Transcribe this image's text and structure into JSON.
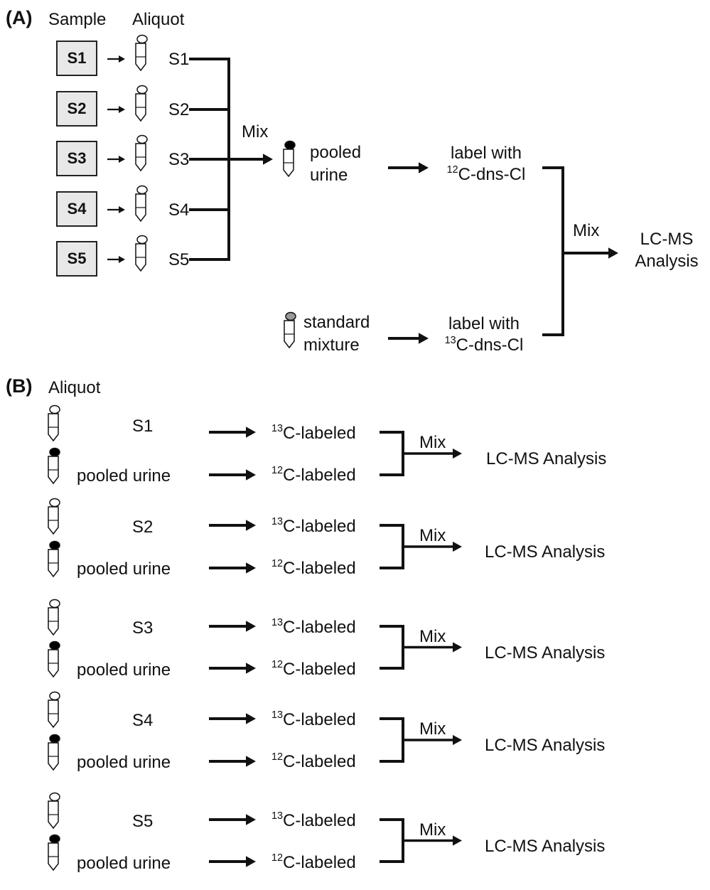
{
  "panel_a": {
    "label": "(A)",
    "sample_header": "Sample",
    "aliquot_header": "Aliquot",
    "samples": [
      "S1",
      "S2",
      "S3",
      "S4",
      "S5"
    ],
    "mix_label": "Mix",
    "pooled_line1": "pooled",
    "pooled_line2": "urine",
    "label12_line1": "label with",
    "label12_iso": "12",
    "label12_rest": "C-dns-Cl",
    "label13_line1": "label with",
    "label13_iso": "13",
    "label13_rest": "C-dns-Cl",
    "standard_line1": "standard",
    "standard_line2": "mixture",
    "mix2_label": "Mix",
    "lcms_line1": "LC-MS",
    "lcms_line2": "Analysis"
  },
  "panel_b": {
    "label": "(B)",
    "aliquot_header": "Aliquot",
    "rows": [
      {
        "sample": "S1",
        "pooled": "pooled urine",
        "iso13": "13",
        "iso12": "12",
        "labeled": "C-labeled",
        "mix": "Mix",
        "result": "LC-MS Analysis"
      },
      {
        "sample": "S2",
        "pooled": "pooled urine",
        "iso13": "13",
        "iso12": "12",
        "labeled": "C-labeled",
        "mix": "Mix",
        "result": "LC-MS Analysis"
      },
      {
        "sample": "S3",
        "pooled": "pooled urine",
        "iso13": "13",
        "iso12": "12",
        "labeled": "C-labeled",
        "mix": "Mix",
        "result": "LC-MS Analysis"
      },
      {
        "sample": "S4",
        "pooled": "pooled urine",
        "iso13": "13",
        "iso12": "12",
        "labeled": "C-labeled",
        "mix": "Mix",
        "result": "LC-MS Analysis"
      },
      {
        "sample": "S5",
        "pooled": "pooled urine",
        "iso13": "13",
        "iso12": "12",
        "labeled": "C-labeled",
        "mix": "Mix",
        "result": "LC-MS Analysis"
      }
    ]
  },
  "colors": {
    "sample_box_fill": "#e8e8e8",
    "cap_sample": "#ffffff",
    "cap_pooled": "#000000",
    "cap_standard": "#999999"
  },
  "icons": {
    "tube": "tube-icon",
    "arrow": "arrow-icon"
  }
}
